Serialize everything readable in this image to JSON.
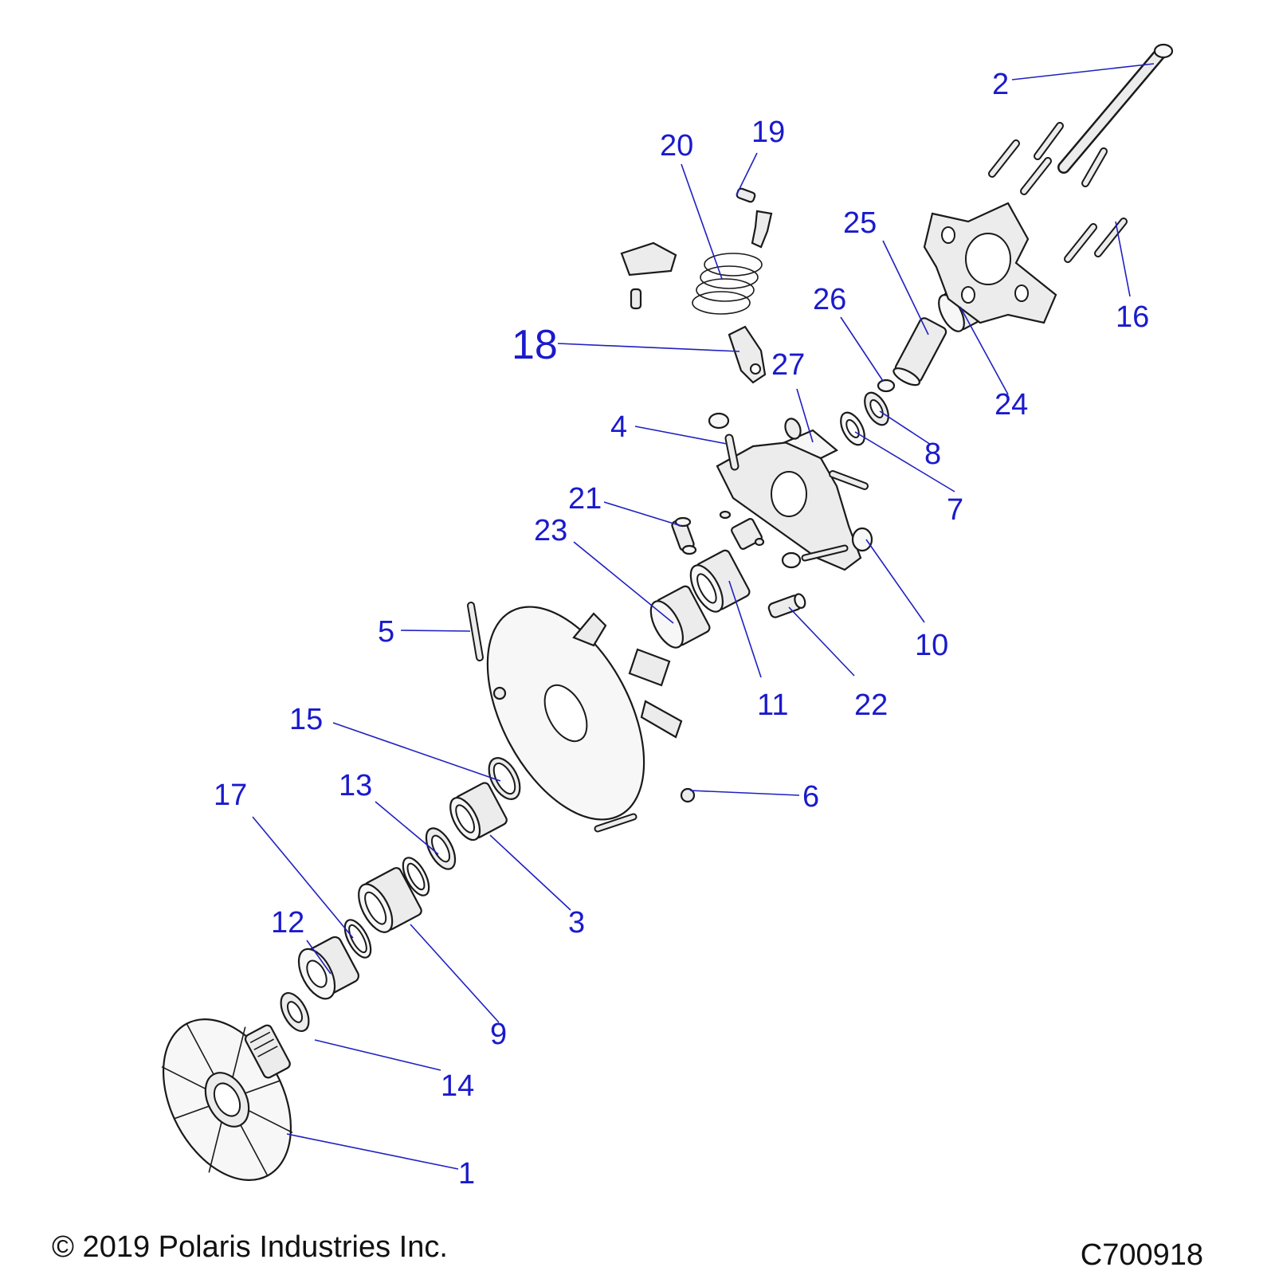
{
  "diagram": {
    "callouts": {
      "c1": "1",
      "c2": "2",
      "c3": "3",
      "c4": "4",
      "c5": "5",
      "c6": "6",
      "c7": "7",
      "c8": "8",
      "c9": "9",
      "c10": "10",
      "c11": "11",
      "c12": "12",
      "c13": "13",
      "c14": "14",
      "c15": "15",
      "c16": "16",
      "c17": "17",
      "c18": "18",
      "c19": "19",
      "c20": "20",
      "c21": "21",
      "c22": "22",
      "c23": "23",
      "c24": "24",
      "c25": "25",
      "c26": "26",
      "c27": "27"
    }
  },
  "footer": {
    "copyright": "© 2019 Polaris Industries Inc.",
    "drawing_number": "C700918"
  }
}
